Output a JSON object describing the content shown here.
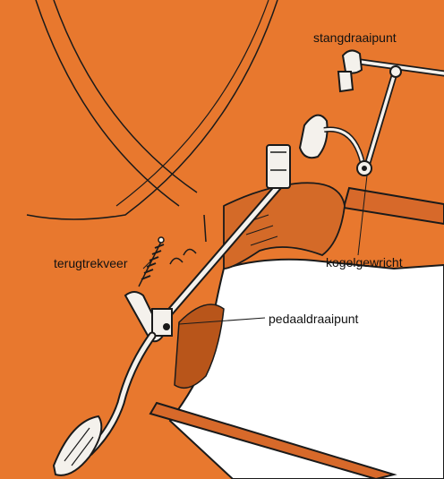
{
  "labels": {
    "rod_pivot": "stangdraaipunt",
    "return_spring": "terugtrekveer",
    "ball_joint": "kogelgewricht",
    "pedal_pivot": "pedaaldraaipunt"
  },
  "colors": {
    "panel_orange": "#e8782e",
    "line_dark": "#1a1a1a",
    "part_white": "#f4f1ec",
    "floor_white": "#ffffff",
    "shadow": "#c05a1c"
  },
  "icons": {
    "accelerator_pedal": "pedal-arm",
    "spring": "coil-spring",
    "linkage_rod": "rod"
  }
}
